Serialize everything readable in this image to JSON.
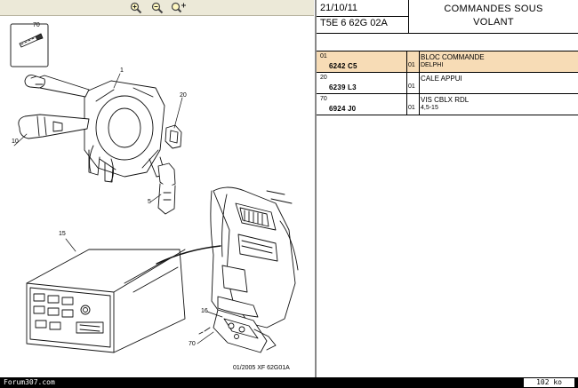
{
  "toolbar": {
    "zoom_buttons": [
      {
        "name": "zoom-in-icon"
      },
      {
        "name": "zoom-out-icon"
      },
      {
        "name": "zoom-fit-icon"
      }
    ]
  },
  "header": {
    "date": "21/10/11",
    "reference": "T5E 6 62G 02A",
    "title_line1": "COMMANDES SOUS",
    "title_line2": "VOLANT"
  },
  "parts": [
    {
      "num": "01",
      "ref": "6242 C5",
      "qty": "01",
      "desc": "BLOC COMMANDE",
      "desc2": "DELPHI",
      "selected": true
    },
    {
      "num": "20",
      "ref": "6239 L3",
      "qty": "01",
      "desc": "CALE APPUI",
      "desc2": "",
      "selected": false
    },
    {
      "num": "70",
      "ref": "6924 J0",
      "qty": "01",
      "desc": "VIS CBLX RDL",
      "desc2": "4,5-15",
      "selected": false
    }
  ],
  "diagram": {
    "callouts": [
      "70",
      "1",
      "20",
      "10",
      "5",
      "15",
      "16",
      "70"
    ],
    "footer": "01/2005   XF 62G01A"
  },
  "status": {
    "left": "Forum307.com",
    "right": "102 ko"
  },
  "colors": {
    "selected_row": "#f7dcb6",
    "toolbar_bg": "#ece9d8",
    "status_bg": "#000000"
  }
}
